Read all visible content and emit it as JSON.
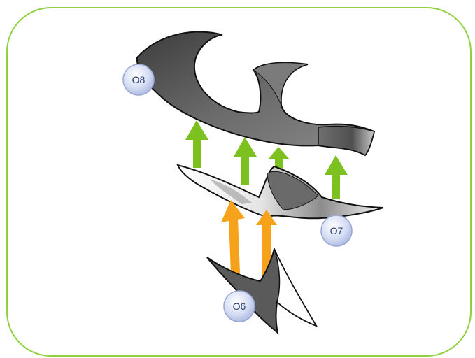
{
  "diagram": {
    "labels": {
      "o8": "O8",
      "o7": "O7",
      "o6": "O6"
    },
    "colors": {
      "frame": "#8fd13f",
      "green_arrow": "#7cc11f",
      "orange_arrow": "#f7a21b",
      "shape_dark": "#5a5a5a",
      "shape_light": "#d9d9d9",
      "label_fill": "#c9d3ef",
      "label_stroke": "#9aa8d6"
    }
  }
}
